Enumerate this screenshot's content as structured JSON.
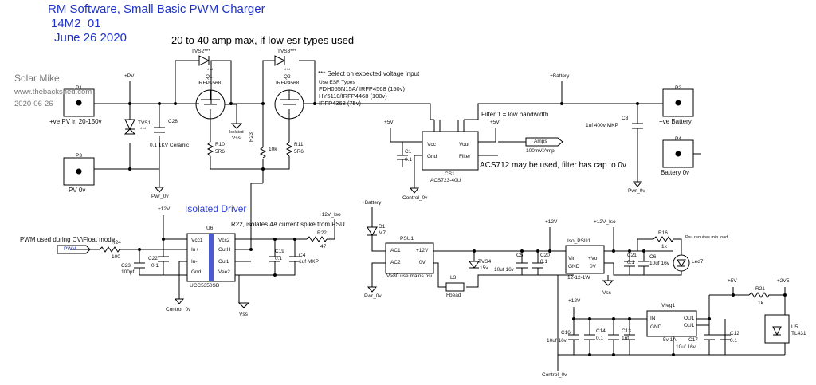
{
  "header": {
    "title_line1": "RM Software, Small Basic PWM Charger",
    "title_line2": "14M2_01",
    "title_line3": "June 26 2020",
    "amp_note": "20 to 40 amp max, if low esr types used",
    "author": "Solar Mike",
    "website": "www.thebackshed.com",
    "date": "2020-06-26"
  },
  "notes": {
    "select_voltage": "*** Select on expected voltage input",
    "esr_types": "Use ESR Types",
    "mosfet_150": "FDH055N15A/ IRFP4568 (150v)",
    "mosfet_100": "HY5110/IRFP4468 (100v)",
    "mosfet_75": "IRFP4368 (75v)",
    "filter": "Filter 1 = low bandwidth",
    "acs712": "ACS712 may be used, filter has cap to 0v",
    "isolated_driver": "Isolated Driver",
    "r22": "R22, isolates 4A current spike from PSU",
    "pwm_note": "PWM used during CV\\Float mode",
    "psu_note": "V>80 use mains psu",
    "led_note": "Psu requires min load"
  },
  "connectors": {
    "p1": "P1",
    "p1_label": "+ve PV in 20-150v",
    "p2": "P2",
    "p2_label": "+ve Battery",
    "p3": "P3",
    "p3_label": "PV 0v",
    "p4": "P4",
    "p4_label": "Battery 0v"
  },
  "rails": {
    "pv": "+PV",
    "battery": "+Battery",
    "battery2": "+Battery",
    "v5a": "+5V",
    "v5b": "+5V",
    "v5c": "+5V",
    "v12a": "+12V",
    "v12b": "+12V",
    "v12c": "+12V",
    "v12iso_a": "+12V_Iso",
    "v12iso_b": "+12V_Iso",
    "v2v5": "+2V5",
    "pwr0_a": "Pwr_0v",
    "pwr0_b": "Pwr_0v",
    "pwr0_c": "Pwr_0v",
    "ctrl0_a": "Control_0v",
    "ctrl0_b": "Control_0v",
    "ctrl0_c": "Control_0v",
    "iso_vss": "Isolated",
    "vss1": "Vss",
    "vss2": "Vss",
    "vss3": "Vss"
  },
  "parts": {
    "q1": "Q1",
    "q1_val": "IRFP4568",
    "q2": "Q2",
    "q2_val": "IRFP4568",
    "stars": "***",
    "tvs1": "TVS1",
    "tvs2": "TVS2***",
    "tvs3": "TVS3***",
    "tvs4": "TVS4",
    "tvs4_val": "15v",
    "c28": "C28",
    "c28_val": "0.1 1KV Ceramic",
    "r10": "R10",
    "r10_val": "5R6",
    "r11": "R11",
    "r11_val": "5R6",
    "r23": "R23",
    "r23_val": "10k",
    "c1": "C1",
    "c1_val": "0.1",
    "cs1": "CS1",
    "cs1_val": "ACS723-40U",
    "cs1_vcc": "Vcc",
    "cs1_gnd": "Gnd",
    "cs1_vout": "Vout",
    "cs1_filter": "Filter",
    "amps": "Amps",
    "amps_scale": "100mV/Amp",
    "c3": "C3",
    "c3_val": "1uf 400v MKP",
    "u6": "U6",
    "u6_val": "UCC5350SB",
    "u6_vcc1": "Vcc1",
    "u6_in_p": "In+",
    "u6_in_n": "In-",
    "u6_gnd": "Gnd",
    "u6_vcc2": "Vcc2",
    "u6_outh": "OutH",
    "u6_outl": "OutL",
    "u6_vee2": "Vee2",
    "r24": "R24",
    "r24_val": "100",
    "pwm": "PWM",
    "c22": "C22",
    "c22_val": "0.1",
    "c23": "C23",
    "c23_val": "100pf",
    "c19": "C19",
    "c19_val": "0.1",
    "c4": "C4",
    "c4_val": "1uf MKP",
    "r22n": "R22",
    "r22_val": "47",
    "d1": "D1",
    "d1_val": "M7",
    "psu1": "PSU1",
    "psu1_ac1": "AC1",
    "psu1_ac2": "AC2",
    "psu1_p12": "+12V",
    "psu1_0v": "0V",
    "l3": "L3",
    "l3_val": "Fbead",
    "c5": "C5",
    "c5_val": "10uf 16v",
    "c20": "C20",
    "c20_val": "0.1",
    "iso_psu": "Iso_PSU1",
    "iso_vin": "Vin",
    "iso_gnd": "GND",
    "iso_vo": "+Vo",
    "iso_0v": "0V",
    "iso_val": "12-12-1W",
    "c21": "C21",
    "c21_val": "0.1",
    "c6": "C6",
    "c6_val": "10uf 16v",
    "r16": "R16",
    "r16_val": "1k",
    "led7": "Led7",
    "vreg": "Vreg1",
    "vreg_in": "IN",
    "vreg_gnd": "GND",
    "vreg_ou1": "OU1",
    "vreg_ou2": "OU1",
    "vreg_val": "5v 1A",
    "c16": "C16",
    "c16_val": "10uf 16v",
    "c14": "C14",
    "c14_val": "0.1",
    "c13": "C13",
    "c13_val": "1nf",
    "c17": "C17",
    "c17_val": "10uf 16v",
    "c12": "C12",
    "c12_val": "0.1",
    "r21": "R21",
    "r21_val": "1k",
    "u5": "U5",
    "u5_val": "TL431"
  }
}
